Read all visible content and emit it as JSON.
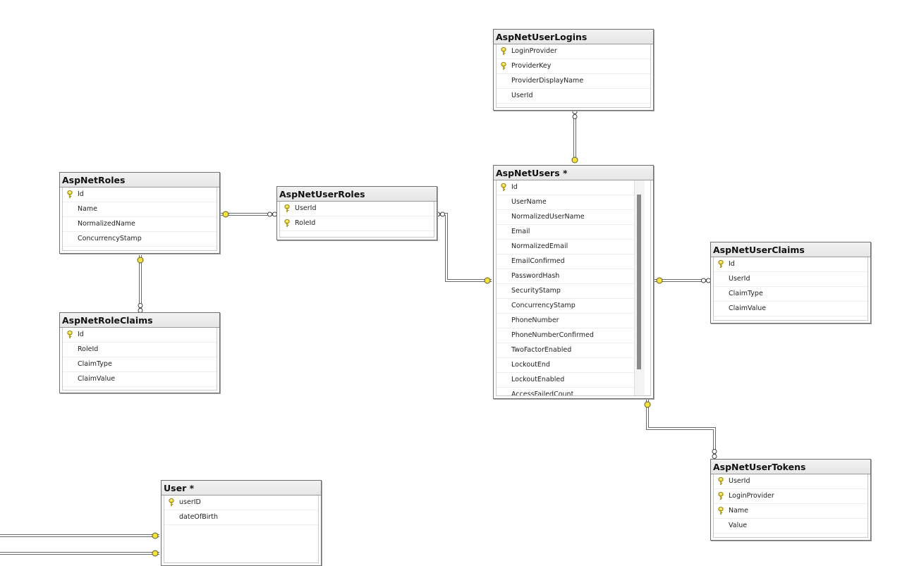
{
  "colors": {
    "background": "#ffffff",
    "key_icon": "#f3de3a",
    "connector": "#6a6a6a",
    "endpoint_fill": "#f6e23c"
  },
  "tables": {
    "logins": {
      "title": "AspNetUserLogins",
      "columns": [
        {
          "name": "LoginProvider",
          "key": true
        },
        {
          "name": "ProviderKey",
          "key": true
        },
        {
          "name": "ProviderDisplayName",
          "key": false
        },
        {
          "name": "UserId",
          "key": false
        }
      ]
    },
    "roles": {
      "title": "AspNetRoles",
      "columns": [
        {
          "name": "Id",
          "key": true
        },
        {
          "name": "Name",
          "key": false
        },
        {
          "name": "NormalizedName",
          "key": false
        },
        {
          "name": "ConcurrencyStamp",
          "key": false
        }
      ]
    },
    "userroles": {
      "title": "AspNetUserRoles",
      "columns": [
        {
          "name": "UserId",
          "key": true
        },
        {
          "name": "RoleId",
          "key": true
        }
      ]
    },
    "users": {
      "title": "AspNetUsers *",
      "columns": [
        {
          "name": "Id",
          "key": true
        },
        {
          "name": "UserName",
          "key": false
        },
        {
          "name": "NormalizedUserName",
          "key": false
        },
        {
          "name": "Email",
          "key": false
        },
        {
          "name": "NormalizedEmail",
          "key": false
        },
        {
          "name": "EmailConfirmed",
          "key": false
        },
        {
          "name": "PasswordHash",
          "key": false
        },
        {
          "name": "SecurityStamp",
          "key": false
        },
        {
          "name": "ConcurrencyStamp",
          "key": false
        },
        {
          "name": "PhoneNumber",
          "key": false
        },
        {
          "name": "PhoneNumberConfirmed",
          "key": false
        },
        {
          "name": "TwoFactorEnabled",
          "key": false
        },
        {
          "name": "LockoutEnd",
          "key": false
        },
        {
          "name": "LockoutEnabled",
          "key": false
        },
        {
          "name": "AccessFailedCount",
          "key": false
        }
      ]
    },
    "claims": {
      "title": "AspNetUserClaims",
      "columns": [
        {
          "name": "Id",
          "key": true
        },
        {
          "name": "UserId",
          "key": false
        },
        {
          "name": "ClaimType",
          "key": false
        },
        {
          "name": "ClaimValue",
          "key": false
        }
      ]
    },
    "roleclaims": {
      "title": "AspNetRoleClaims",
      "columns": [
        {
          "name": "Id",
          "key": true
        },
        {
          "name": "RoleId",
          "key": false
        },
        {
          "name": "ClaimType",
          "key": false
        },
        {
          "name": "ClaimValue",
          "key": false
        }
      ]
    },
    "tokens": {
      "title": "AspNetUserTokens",
      "columns": [
        {
          "name": "UserId",
          "key": true
        },
        {
          "name": "LoginProvider",
          "key": true
        },
        {
          "name": "Name",
          "key": true
        },
        {
          "name": "Value",
          "key": false
        }
      ]
    },
    "user": {
      "title": "User *",
      "columns": [
        {
          "name": "userID",
          "key": true
        },
        {
          "name": "dateOfBirth",
          "key": false
        }
      ]
    }
  },
  "relationships": [
    {
      "from": "users",
      "to": "logins",
      "one_end": "users",
      "many_end": "logins"
    },
    {
      "from": "roles",
      "to": "userroles",
      "one_end": "roles",
      "many_end": "userroles"
    },
    {
      "from": "users",
      "to": "userroles",
      "one_end": "users",
      "many_end": "userroles"
    },
    {
      "from": "users",
      "to": "claims",
      "one_end": "users",
      "many_end": "claims"
    },
    {
      "from": "roles",
      "to": "roleclaims",
      "one_end": "roles",
      "many_end": "roleclaims"
    },
    {
      "from": "users",
      "to": "tokens",
      "one_end": "users",
      "many_end": "tokens"
    },
    {
      "from": "external",
      "to": "user",
      "one_end": "user",
      "many_end": "external"
    },
    {
      "from": "external",
      "to": "user",
      "one_end": "user",
      "many_end": "external"
    }
  ]
}
